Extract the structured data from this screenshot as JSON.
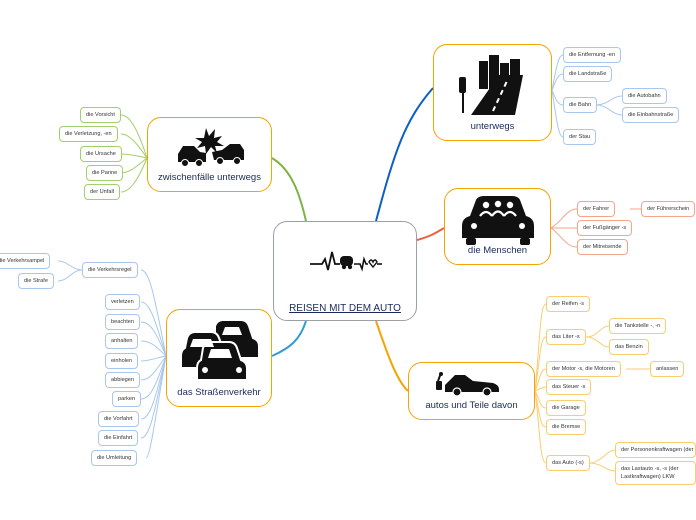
{
  "center": {
    "label": "REISEN MIT DEM AUTO",
    "icon": "ekg-heartbeat-car-icon"
  },
  "topics": {
    "unterwegs": {
      "label": "unterwegs",
      "icon": "city-road-icon",
      "color": "#0b5fc5"
    },
    "menschen": {
      "label": "die Menschen",
      "icon": "car-passengers-icon",
      "color": "#e8633f"
    },
    "autos": {
      "label": "autos und Teile davon",
      "icon": "car-repair-icon",
      "color": "#f4a300"
    },
    "strassen": {
      "label": "das Straßenverkehr",
      "icon": "traffic-cars-icon",
      "color": "#2f9ad8"
    },
    "zwischen": {
      "label": "zwischenfälle unterwegs",
      "icon": "car-crash-icon",
      "color": "#7cb342"
    }
  },
  "unterwegs_items": {
    "entfernung": "die Entfernung -en",
    "landstrasse": "die Landstraße",
    "bahn": "die Bahn",
    "autobahn": "die Autobahn",
    "einbahn": "die Einbahnstraße",
    "stau": "der Stau"
  },
  "menschen_items": {
    "fahrer": "der Fahrer",
    "fuehrerschein": "der Führerschein",
    "fussgaenger": "der Fußgänger -s",
    "mitreisende": "der Mitreisende"
  },
  "autos_items": {
    "reifen": "der Reifen -s",
    "liter": "das Liter -s",
    "tankstelle": "die Tankstelle -, -n",
    "benzin": "das Benzin",
    "motor": "der Motor -s, die Motoren",
    "anlassen": "anlassen",
    "steuer": "das Steuer -s",
    "garage": "die Garage",
    "bremse": "die Bremse",
    "auto": "das Auto (-s)",
    "pkw": "der Personenkraftwagen (der PKW)",
    "lkw": "das Lastauto -s, -s (der Lastkraftwagen) LKW"
  },
  "zwischen_items": {
    "vorsicht": "die Vorsicht",
    "verletzung": "die Verletzung, -en",
    "ursache": "die Ursache",
    "panne": "die Panne",
    "unfall": "der Unfall"
  },
  "strassen_items": {
    "verkehrsregel": "die Verkehrsregel",
    "verkehrsampel": "die Verkehrsampel",
    "strafe": "die Strafe",
    "verletzen": "verletzen",
    "beachten": "beachten",
    "anhalten": "anhalten",
    "einholen": "einholen",
    "abbiegen": "abbiegen",
    "parken": "parken",
    "vorfahrt": "die Vorfahrt",
    "einfahrt": "die Einfahrt",
    "umleitung": "die Umleitung"
  }
}
